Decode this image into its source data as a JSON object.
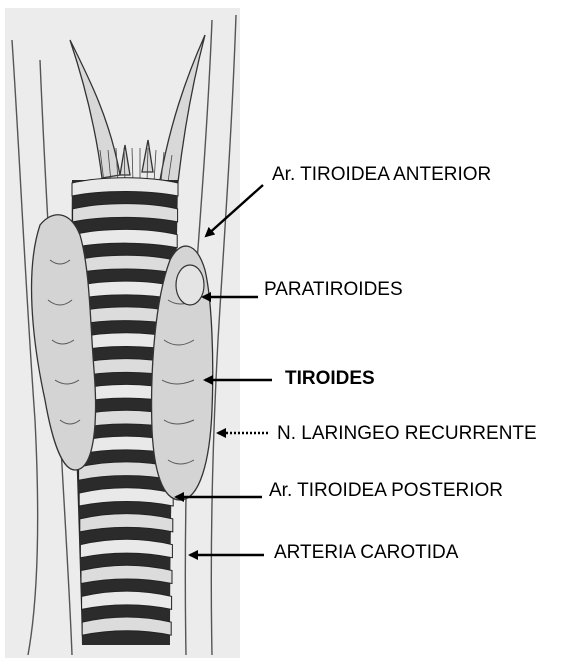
{
  "labels": {
    "arteria_tiroidea_anterior": "Ar. TIROIDEA ANTERIOR",
    "paratiroides": "PARATIROIDES",
    "tiroides": "TIROIDES",
    "nervio_laringeo_recurrente": "N. LARINGEO RECURRENTE",
    "arteria_tiroidea_posterior": "Ar. TIROIDEA POSTERIOR",
    "arteria_carotida": "ARTERIA CAROTIDA"
  }
}
